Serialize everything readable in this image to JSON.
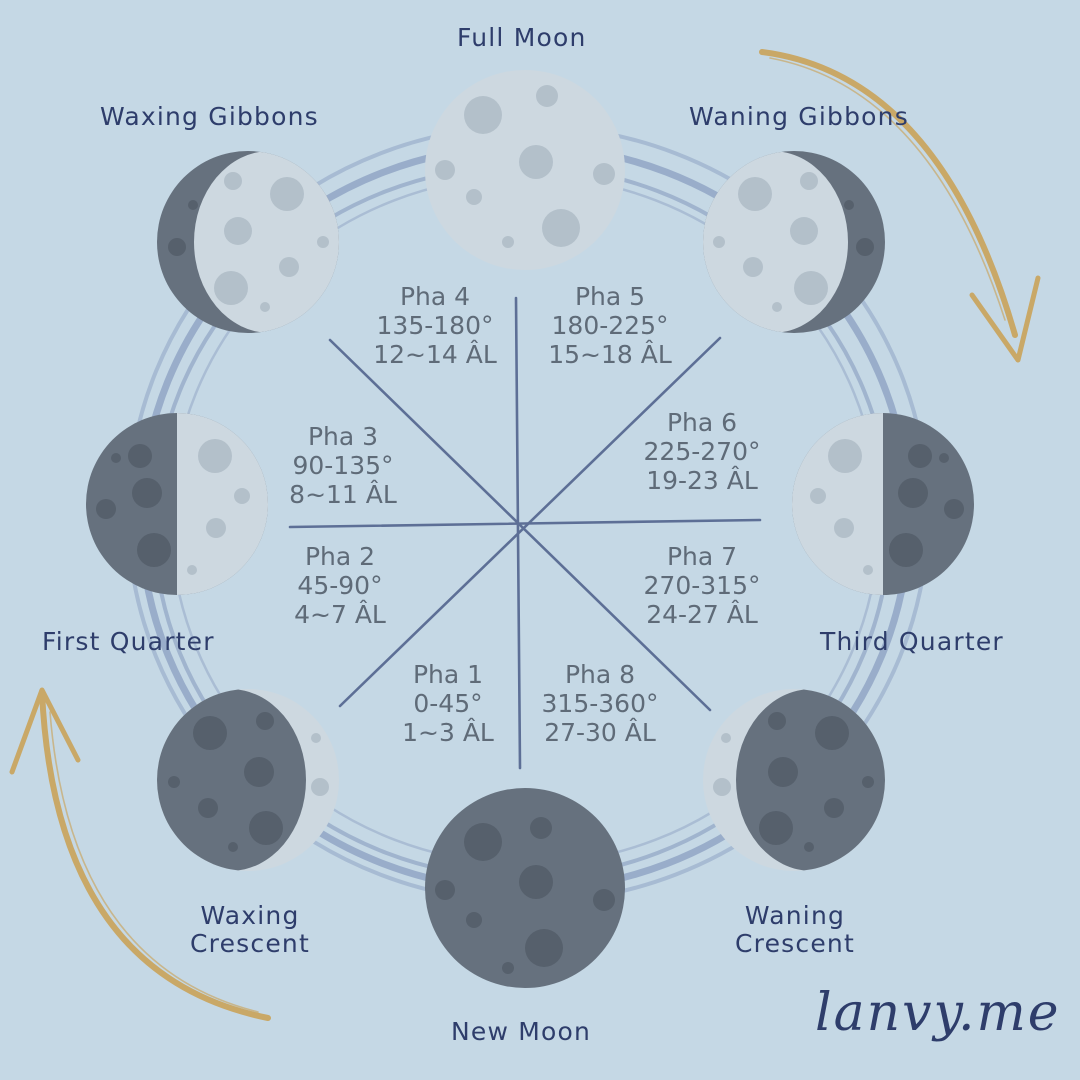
{
  "colors": {
    "background": "#c5d8e5",
    "moon_light": "#cdd8e0",
    "moon_dark": "#66717e",
    "crater_light": "#b3c0ca",
    "crater_dark": "#56606c",
    "orbit": "#93a8c6",
    "label": "#2e3d6b",
    "phase_text": "#5f6b78",
    "divider": "#5d6f96",
    "arrow_gold": "#c9a867"
  },
  "moon_labels": {
    "full_moon": "Full Moon",
    "waxing_gibbous": "Waxing Gibbons",
    "waning_gibbous": "Waning Gibbons",
    "first_quarter": "First Quarter",
    "third_quarter": "Third Quarter",
    "waxing_crescent_1": "Waxing",
    "waxing_crescent_2": "Crescent",
    "waning_crescent_1": "Waning",
    "waning_crescent_2": "Crescent",
    "new_moon": "New Moon"
  },
  "phases": {
    "p1": {
      "name": "Pha 1",
      "degrees": "0-45°",
      "days": "1~3 ÂL"
    },
    "p2": {
      "name": "Pha 2",
      "degrees": "45-90°",
      "days": "4~7 ÂL"
    },
    "p3": {
      "name": "Pha 3",
      "degrees": "90-135°",
      "days": "8~11 ÂL"
    },
    "p4": {
      "name": "Pha 4",
      "degrees": "135-180°",
      "days": "12~14 ÂL"
    },
    "p5": {
      "name": "Pha 5",
      "degrees": "180-225°",
      "days": "15~18 ÂL"
    },
    "p6": {
      "name": "Pha 6",
      "degrees": "225-270°",
      "days": "19-23 ÂL"
    },
    "p7": {
      "name": "Pha 7",
      "degrees": "270-315°",
      "days": "24-27 ÂL"
    },
    "p8": {
      "name": "Pha 8",
      "degrees": "315-360°",
      "days": "27-30 ÂL"
    }
  },
  "signature": "lanvy.me",
  "icons": [
    "moon-icon",
    "orbit-ring",
    "gold-arrow-icon"
  ]
}
